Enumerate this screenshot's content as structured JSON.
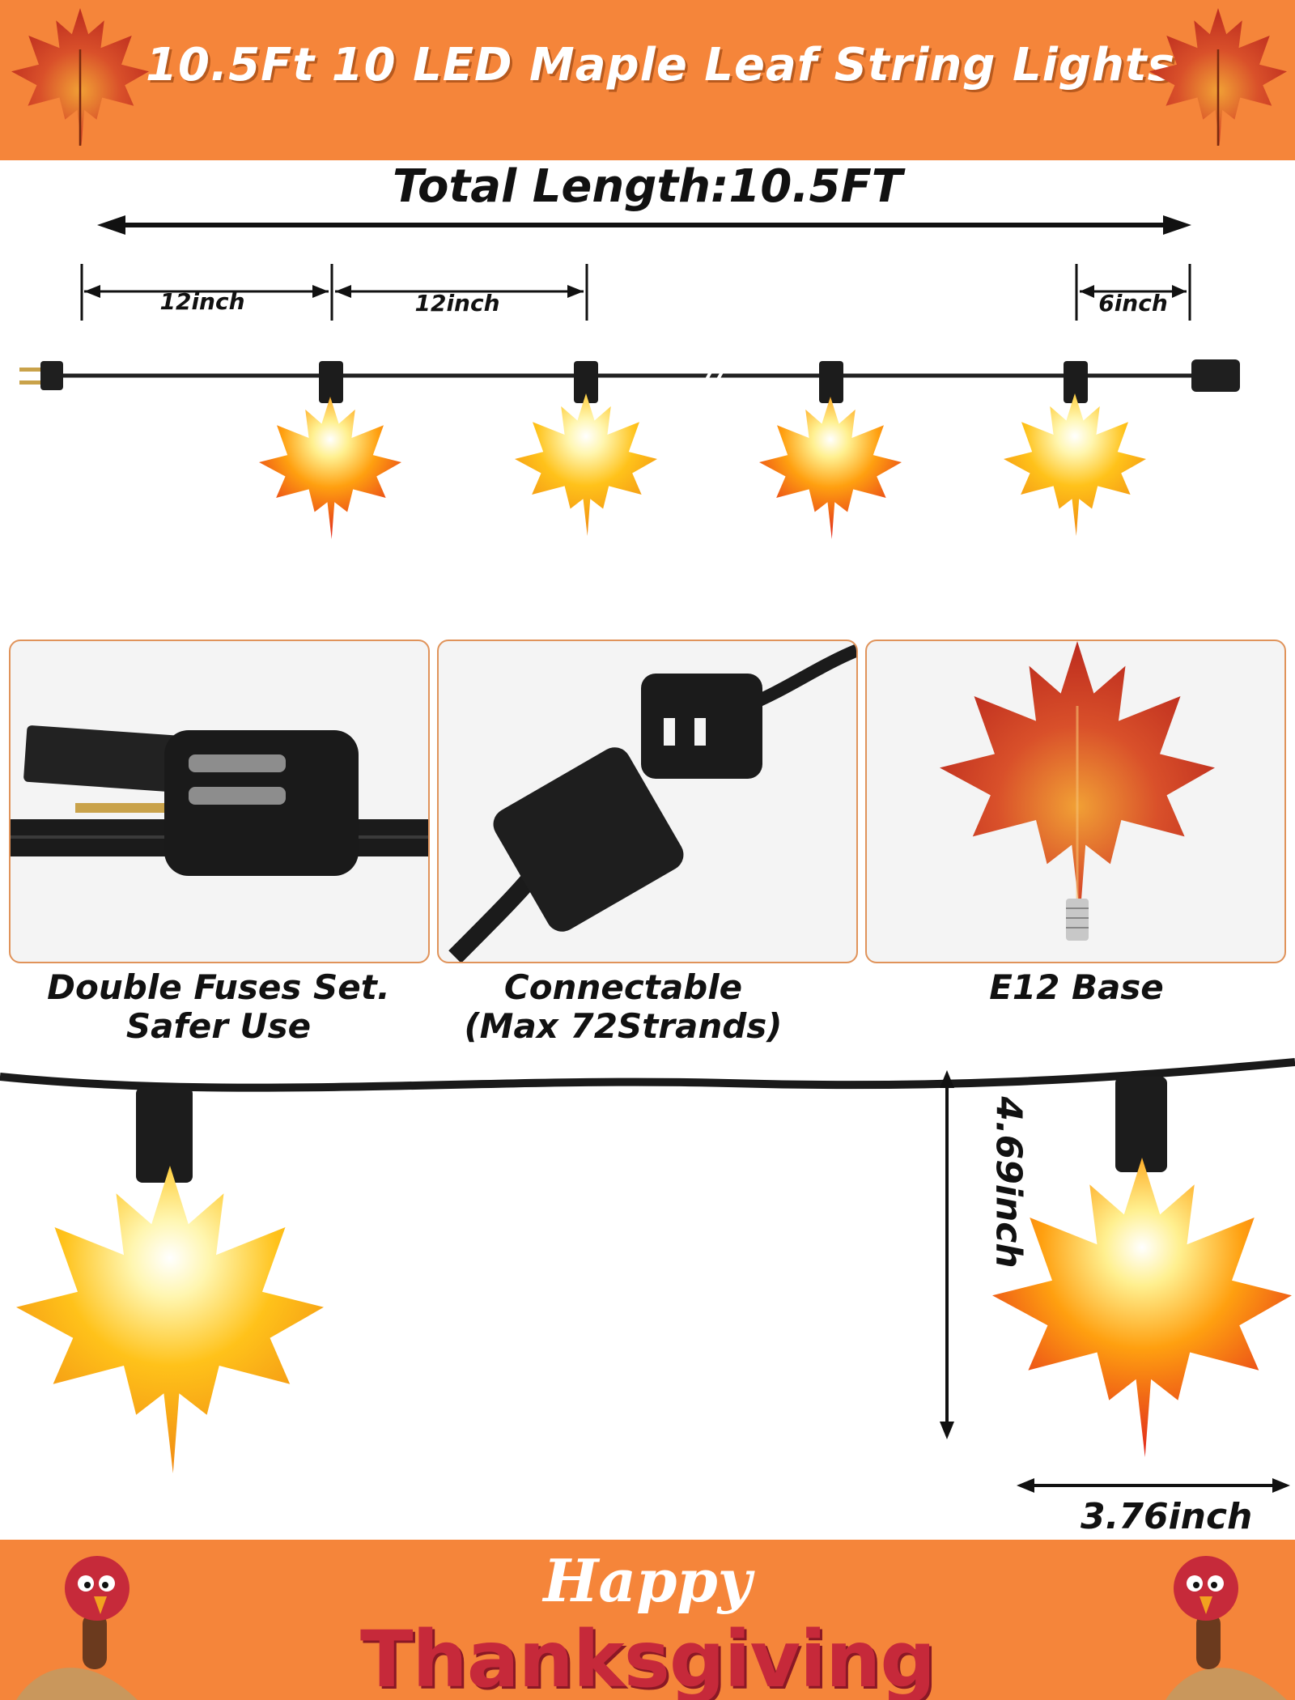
{
  "banner": {
    "title": "10.5Ft 10 LED Maple Leaf String Lights"
  },
  "diagram": {
    "total_length_label": "Total Length:10.5FT",
    "segment_labels": [
      "12inch",
      "12inch",
      "6inch"
    ]
  },
  "features": [
    {
      "caption_line1": "Double Fuses Set.",
      "caption_line2": "Safer Use"
    },
    {
      "caption_line1": "Connectable",
      "caption_line2": "(Max 72Strands)"
    },
    {
      "caption_line1": "E12 Base",
      "caption_line2": ""
    }
  ],
  "dimensions": {
    "height_label": "4.69inch",
    "width_label": "3.76inch"
  },
  "footer": {
    "happy": "Happy",
    "thanksgiving": "Thanksgiving"
  },
  "colors": {
    "banner": "#f5853a",
    "thanks_red": "#c6293a",
    "panel_border": "#e0935a"
  },
  "icons": [
    "maple-leaf-icon",
    "plug-icon",
    "turkey-icon"
  ]
}
